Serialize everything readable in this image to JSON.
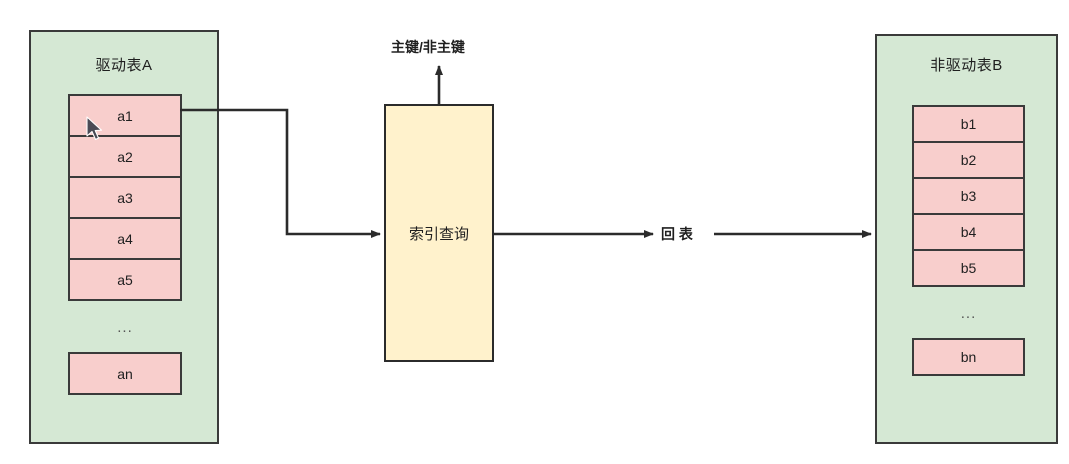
{
  "diagram": {
    "title_left": "驱动表A",
    "title_right": "非驱动表B",
    "left_table": {
      "name": "驱动表A",
      "rows": [
        "a1",
        "a2",
        "a3",
        "a4",
        "a5"
      ],
      "ellipsis": "...",
      "last_row": "an"
    },
    "right_table": {
      "name": "非驱动表B",
      "rows": [
        "b1",
        "b2",
        "b3",
        "b4",
        "b5"
      ],
      "ellipsis": "...",
      "last_row": "bn"
    },
    "process": {
      "label": "索引查询"
    },
    "labels": {
      "key_type": "主键/非主键",
      "back_to_table": "回 表"
    },
    "colors": {
      "table_fill": "#d5e8d4",
      "cell_fill": "#f8cecc",
      "process_fill": "#fff2cc",
      "stroke": "#2b2b2b",
      "text": "#1f1f1f"
    }
  }
}
